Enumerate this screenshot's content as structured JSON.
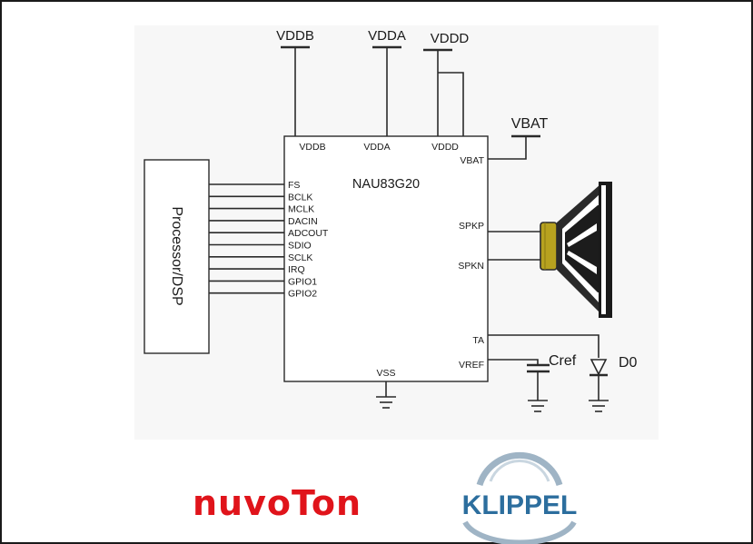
{
  "chip": {
    "name": "NAU83G20",
    "supply_pins": [
      "VDDB",
      "VDDA",
      "VDDD"
    ],
    "vbat_pin": "VBAT",
    "left_pins": [
      "FS",
      "BCLK",
      "MCLK",
      "DACIN",
      "ADCOUT",
      "SDIO",
      "SCLK",
      "IRQ",
      "GPIO1",
      "GPIO2"
    ],
    "right_pins": [
      "SPKP",
      "SPKN",
      "TA",
      "VREF"
    ],
    "bottom_pin": "VSS"
  },
  "rails": [
    "VDDB",
    "VDDA",
    "VDDD"
  ],
  "vbat_rail": "VBAT",
  "processor": "Processor/DSP",
  "cap_label": "Cref",
  "diode_label": "D0",
  "logos": {
    "left": "nuvoTon",
    "right": "KLIPPEL"
  },
  "colors": {
    "nuvoton_red": "#e0141b",
    "klippel_blue": "#2c6e9e",
    "speaker_gold": "#b7a21f"
  }
}
